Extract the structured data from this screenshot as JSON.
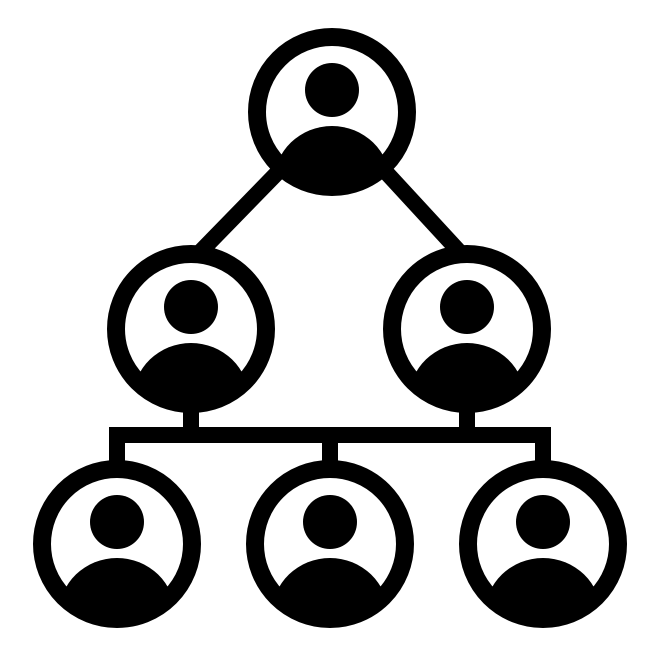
{
  "icon": {
    "name": "organization-hierarchy-icon",
    "color": "#000000",
    "background": "#ffffff",
    "levels": [
      1,
      2,
      3
    ]
  }
}
